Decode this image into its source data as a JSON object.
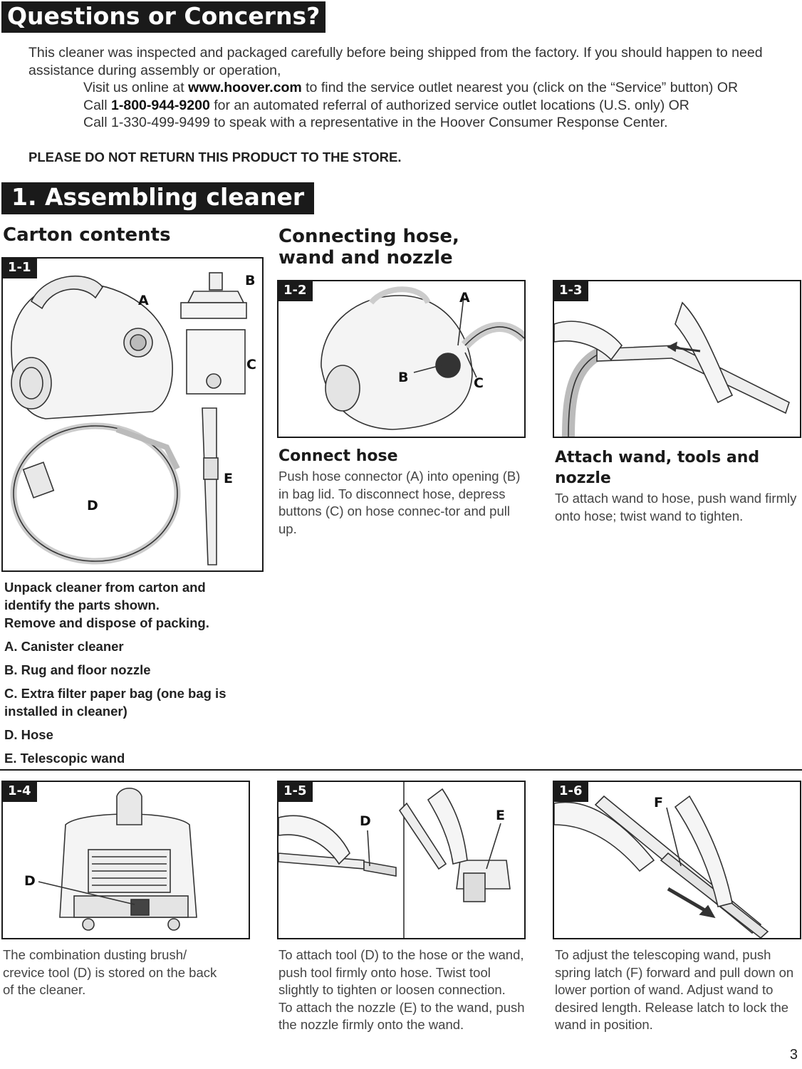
{
  "questions": {
    "title": "Questions or Concerns?",
    "intro": "This cleaner was inspected and packaged carefully before being shipped from the factory. If you should happen to need assistance during assembly or operation,",
    "visit_prefix": "Visit us online at ",
    "visit_url": "www.hoover.com",
    "visit_suffix": " to find the service outlet nearest you (click on the “Service” button) OR",
    "call_prefix": "Call ",
    "call_number": "1-800-944-9200",
    "call_suffix": " for an automated referral of authorized service outlet locations (U.S. only) OR",
    "call2": "Call 1-330-499-9499 to speak with a representative in the Hoover Consumer Response Center.",
    "warning": "PLEASE DO NOT RETURN THIS PRODUCT TO THE STORE."
  },
  "assembling": {
    "title": "1. Assembling cleaner",
    "carton_heading": "Carton contents",
    "connecting_heading_line1": "Connecting hose,",
    "connecting_heading_line2": "wand and nozzle"
  },
  "figures": {
    "f11": {
      "tag": "1-1",
      "callouts": [
        "A",
        "B",
        "C",
        "D",
        "E"
      ]
    },
    "f12": {
      "tag": "1-2",
      "callouts": [
        "A",
        "B",
        "C"
      ]
    },
    "f13": {
      "tag": "1-3"
    },
    "f14": {
      "tag": "1-4",
      "callouts": [
        "D"
      ]
    },
    "f15": {
      "tag": "1-5",
      "callouts": [
        "D",
        "E"
      ]
    },
    "f16": {
      "tag": "1-6",
      "callouts": [
        "F"
      ]
    }
  },
  "carton": {
    "intro_line1": "Unpack cleaner from carton and",
    "intro_line2": "identify the parts shown.",
    "intro_line3": "Remove and dispose of packing.",
    "parts": [
      "A. Canister cleaner",
      "B. Rug and floor nozzle",
      "C. Extra filter paper bag (one bag is installed in cleaner)",
      "D. Hose",
      "E. Telescopic wand"
    ]
  },
  "connect_hose": {
    "heading": "Connect hose",
    "text": "Push hose connector (A) into opening (B) in bag lid. To disconnect hose, depress buttons (C) on hose connec-tor and pull up."
  },
  "attach_wand": {
    "heading": "Attach wand, tools and nozzle",
    "text": "To attach wand to hose, push wand firmly onto hose; twist wand to tighten."
  },
  "captions": {
    "c14": "The combination dusting brush/ crevice tool (D) is stored on the back of the cleaner.",
    "c15a": "To attach tool (D) to the hose or the wand, push tool firmly onto hose. Twist tool slightly to tighten or loosen connection.",
    "c15b": "To attach the nozzle (E) to the wand, push the nozzle firmly onto the wand.",
    "c16": "To adjust the telescoping wand, push spring latch (F) forward and pull down on lower portion of wand. Adjust wand to desired length. Release latch to lock the wand in position."
  },
  "page_number": "3"
}
